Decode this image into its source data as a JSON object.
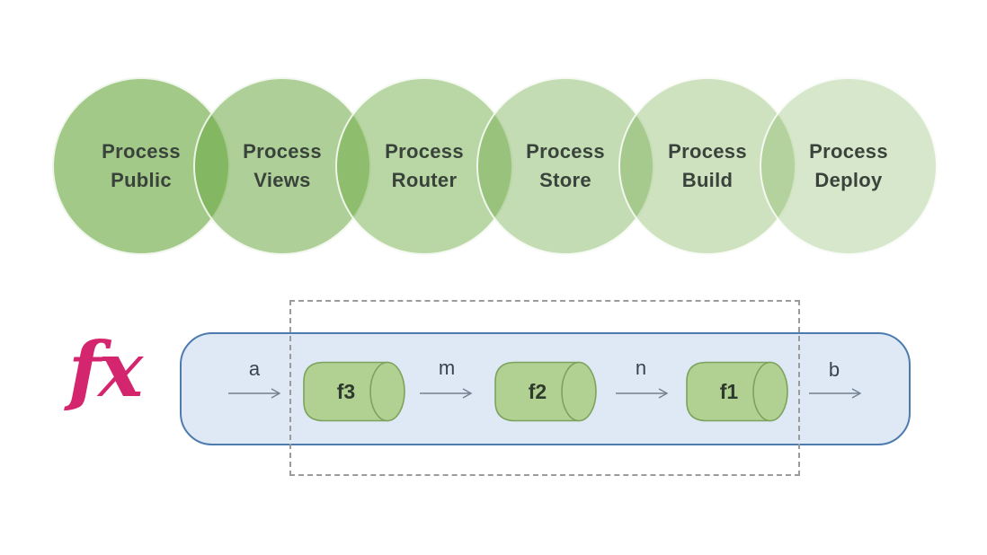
{
  "colors": {
    "background": "#ffffff",
    "circle_base": "#6aa840",
    "circle_text": "#3a433b",
    "pipeline_fill": "#dfe9f6",
    "pipeline_border": "#4d7bae",
    "boundary_dash": "#9b9b9b",
    "cylinder_fill": "#b1d193",
    "cylinder_stroke": "#7ca25c",
    "cylinder_text": "#2e3a2b",
    "arrow": "#73808e",
    "arrow_label_text": "#39434d",
    "fx_text": "#d4266e"
  },
  "process_circles": [
    {
      "line1": "Process",
      "line2": "Public",
      "opacity": 0.62
    },
    {
      "line1": "Process",
      "line2": "Views",
      "opacity": 0.54
    },
    {
      "line1": "Process",
      "line2": "Router",
      "opacity": 0.47
    },
    {
      "line1": "Process",
      "line2": "Store",
      "opacity": 0.4
    },
    {
      "line1": "Process",
      "line2": "Build",
      "opacity": 0.33
    },
    {
      "line1": "Process",
      "line2": "Deploy",
      "opacity": 0.27
    }
  ],
  "pipeline": {
    "fx_label": "fx",
    "arrows": [
      {
        "label": "a"
      },
      {
        "label": "m"
      },
      {
        "label": "n"
      },
      {
        "label": "b"
      }
    ],
    "functions": [
      {
        "label": "f3"
      },
      {
        "label": "f2"
      },
      {
        "label": "f1"
      }
    ]
  }
}
